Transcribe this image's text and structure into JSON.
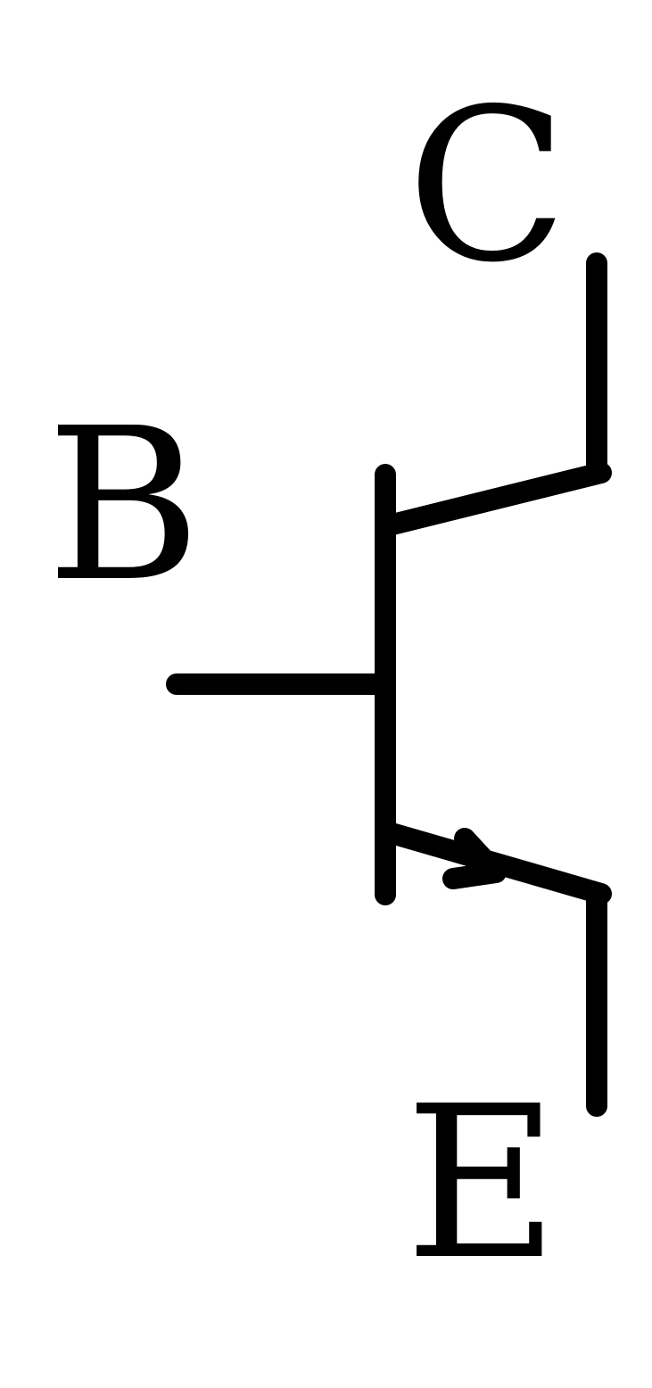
{
  "symbol": "npn-bipolar-transistor",
  "terminals": {
    "collector": {
      "label": "C"
    },
    "base": {
      "label": "B"
    },
    "emitter": {
      "label": "E"
    }
  },
  "colors": {
    "stroke": "#000000",
    "background": "#ffffff"
  }
}
